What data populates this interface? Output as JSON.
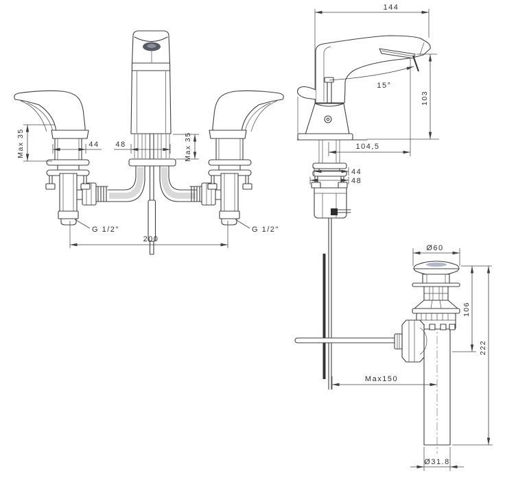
{
  "drawing": {
    "type": "faucet installation technical drawing",
    "colors": {
      "background": "#ffffff",
      "line": "#3d3d3d",
      "shade": "#d9d9d9",
      "cap_tint": "#8d99b5"
    },
    "front_view": {
      "dims": {
        "max35_left": "Max 35",
        "d44": "44",
        "d48": "48",
        "max35_right": "Max 35",
        "g_half_left": "G 1/2\"",
        "g_half_right": "G 1/2\"",
        "d200": "200"
      }
    },
    "side_view": {
      "dims": {
        "d144": "144",
        "angle15": "15°",
        "d103": "103",
        "d104_5": "104,5",
        "d44": "44",
        "d48": "48"
      }
    },
    "drain_view": {
      "dims": {
        "dia60": "Ø60",
        "d106": "106",
        "d222": "222",
        "max150": "Max150",
        "dia31_8": "Ø31.8"
      }
    }
  }
}
